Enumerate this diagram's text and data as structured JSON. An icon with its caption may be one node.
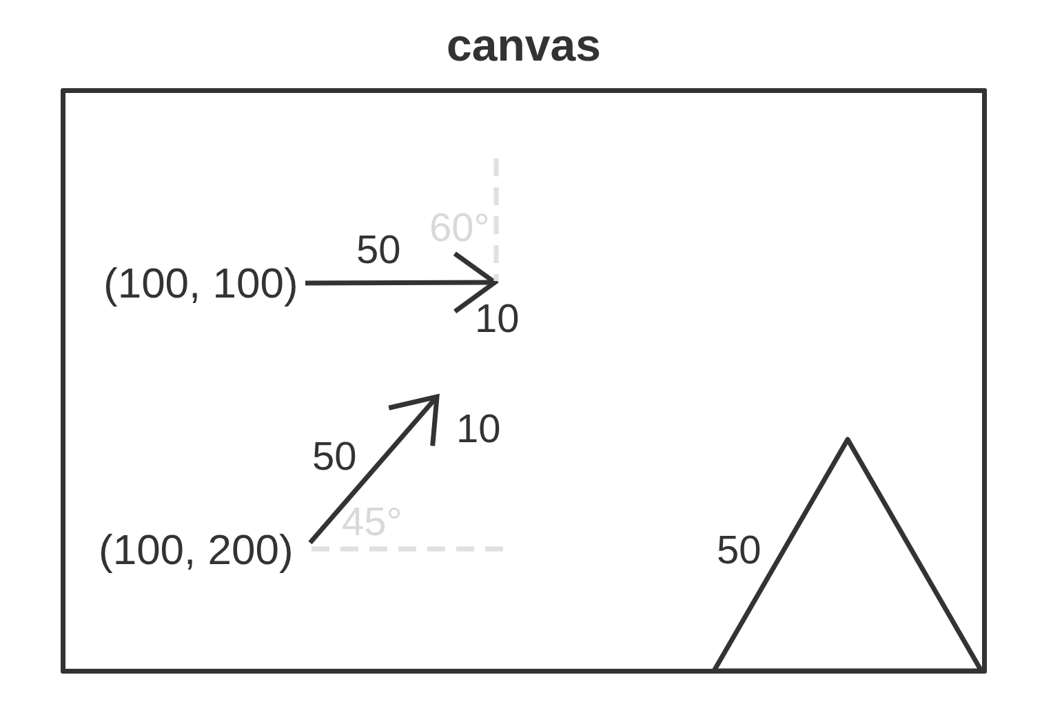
{
  "diagram": {
    "nodes": [
      {
        "text": [
          "canvas"
        ]
      },
      {
        "text": [
          "(100, 100)"
        ],
        "in": 0
      },
      {
        "text": [
          "(100, 200)"
        ],
        "in": 0
      }
    ],
    "edges": [
      {
        "from": 1,
        "to": null,
        "arrow": "to"
      },
      {
        "from": 2,
        "to": null,
        "arrow": "to"
      }
    ],
    "labels": [
      "60°",
      "50",
      "10",
      "10",
      "50",
      "45°",
      "50"
    ]
  }
}
